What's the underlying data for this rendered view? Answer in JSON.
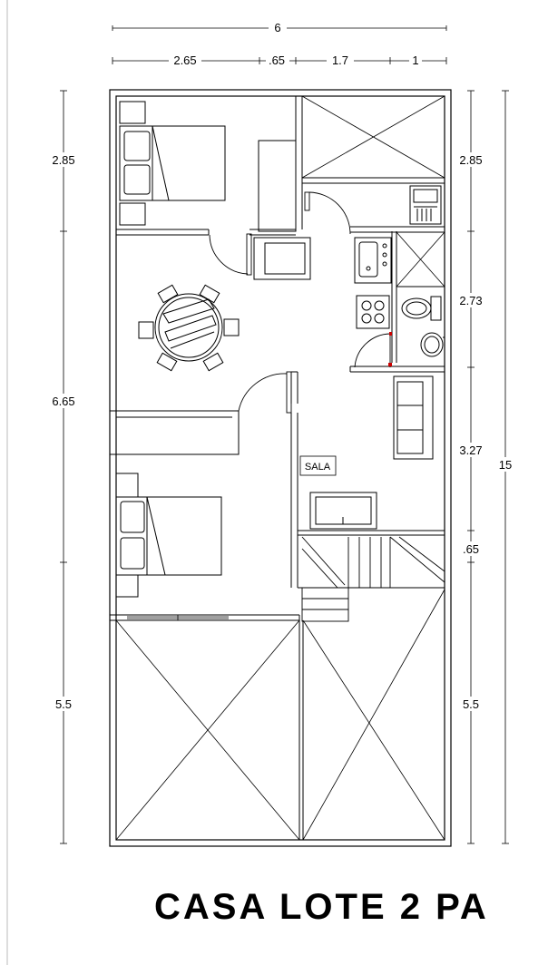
{
  "title": "CASA LOTE 2 PA",
  "room_labels": {
    "sala": "SALA"
  },
  "dimensions": {
    "top_total": "6",
    "top_parts": [
      "2.65",
      ".65",
      "1.7",
      "1"
    ],
    "left": [
      "2.85",
      "6.65",
      "5.5"
    ],
    "right_inner": [
      "2.85",
      "2.73",
      "3.27",
      ".65",
      "5.5"
    ],
    "right_total": "15"
  }
}
